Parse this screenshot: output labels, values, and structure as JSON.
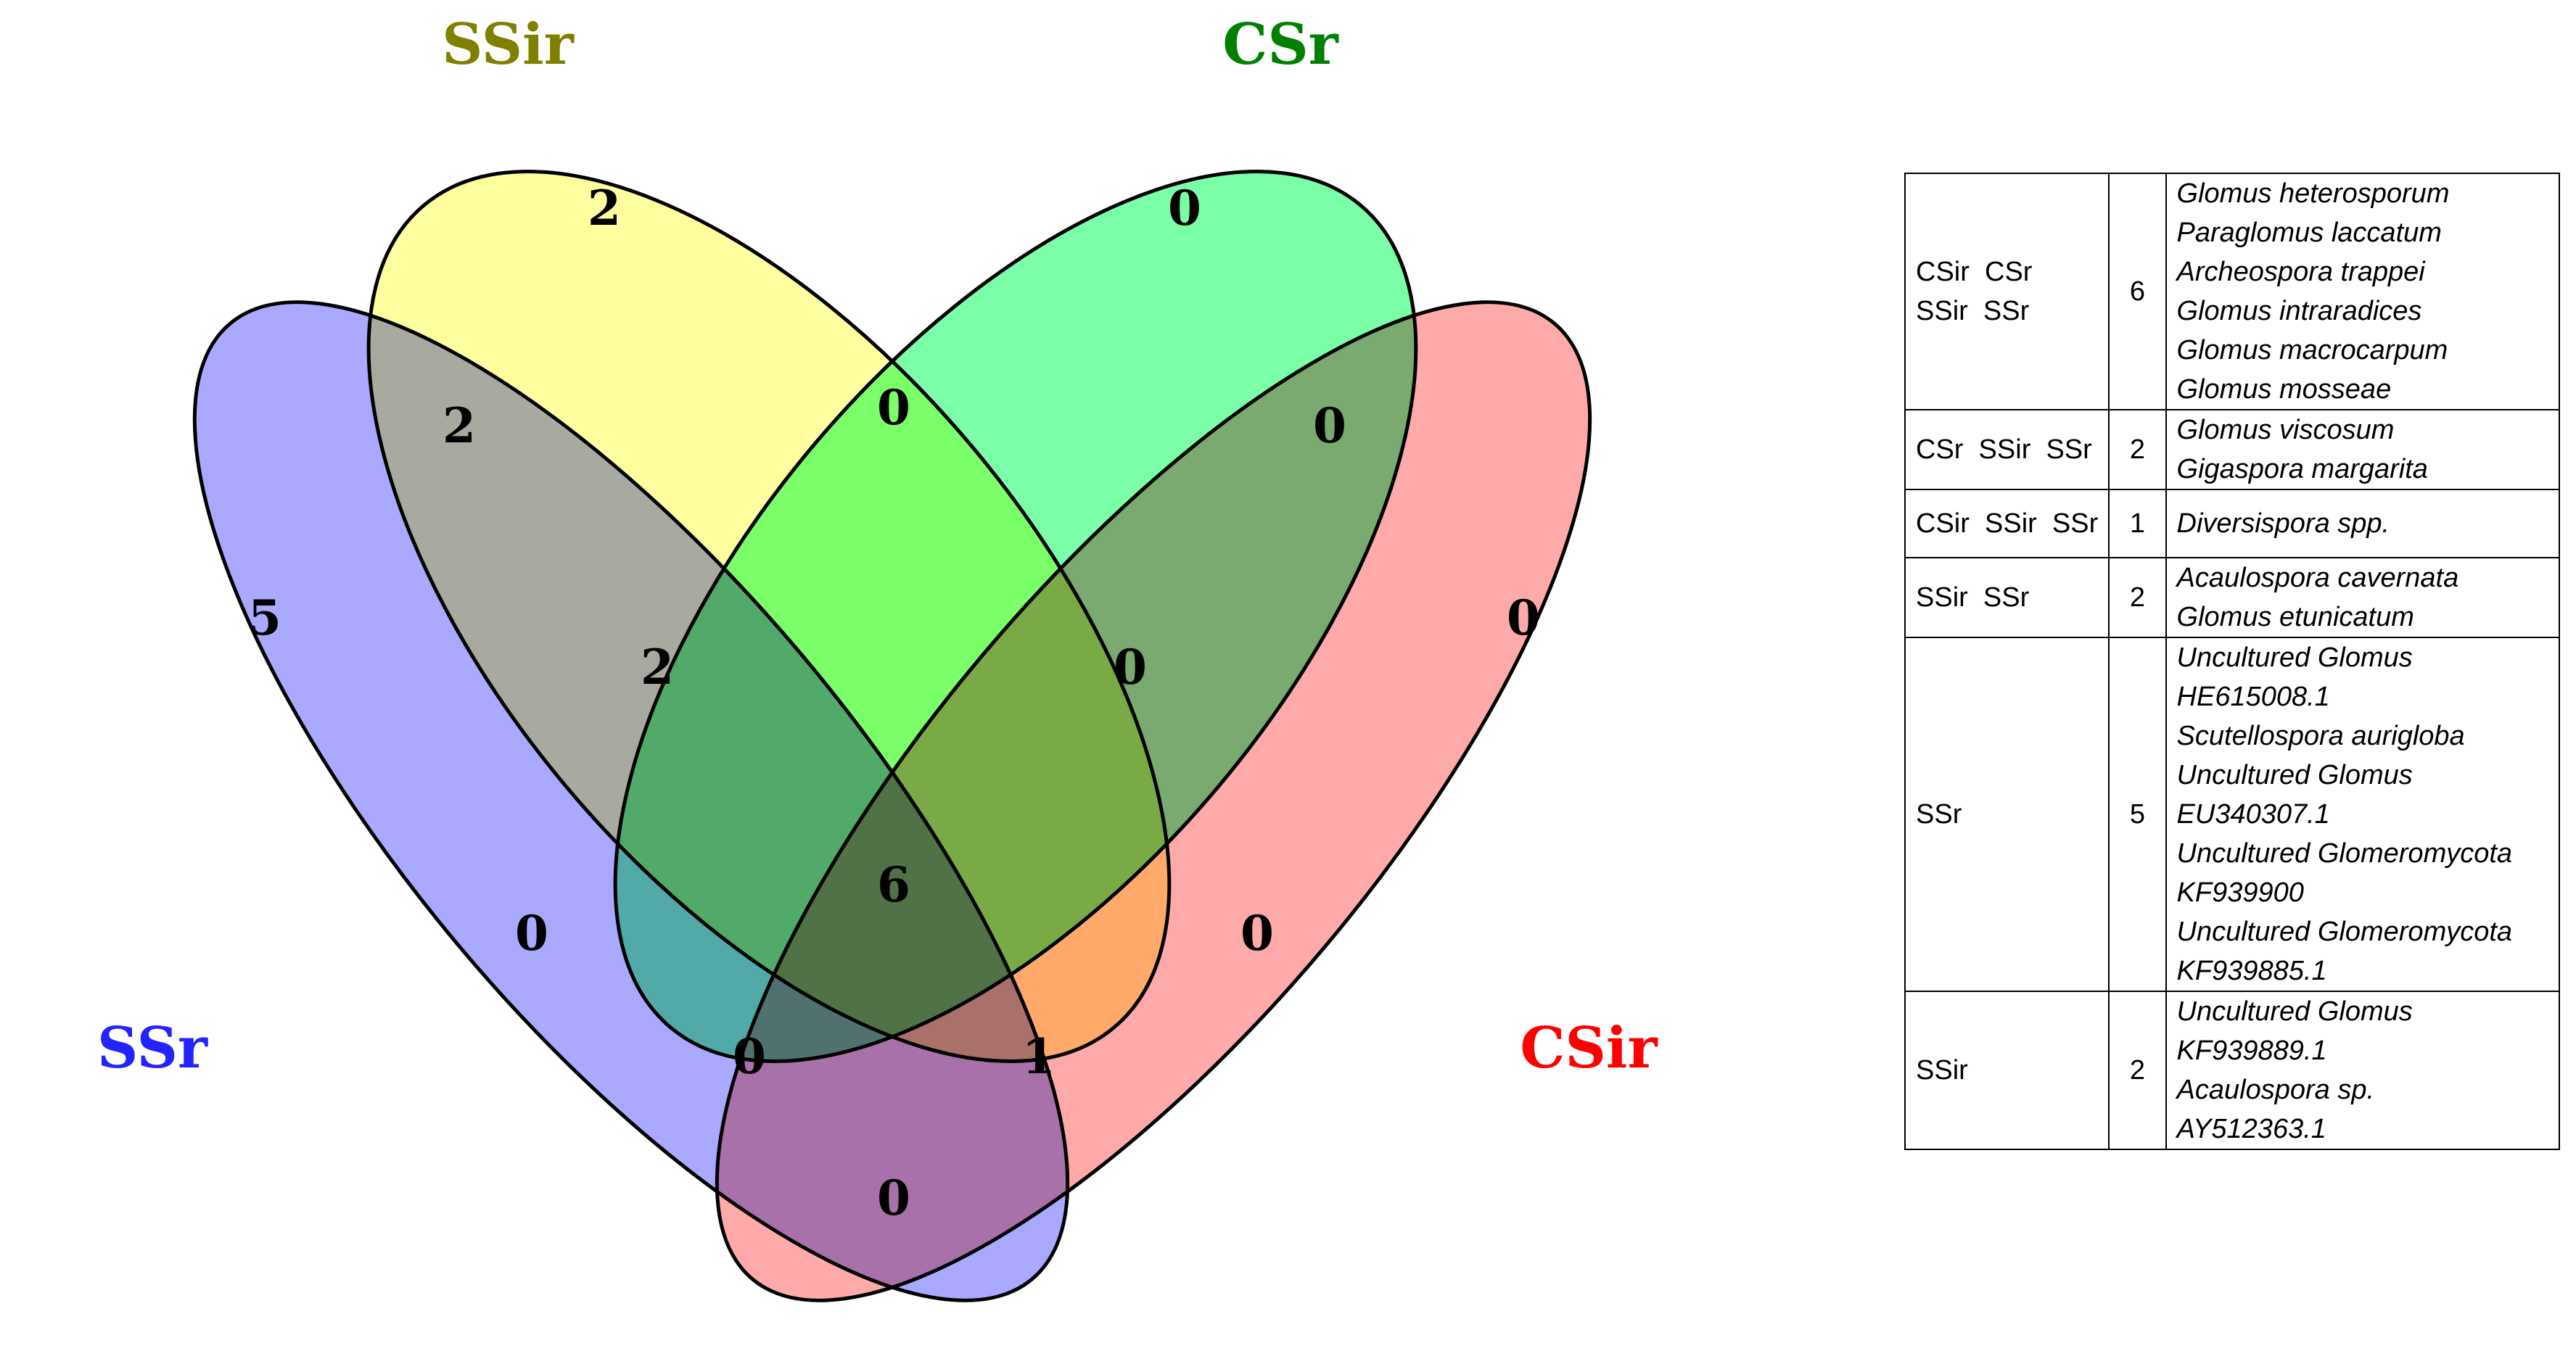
{
  "sets": [
    {
      "key": "SSr",
      "label": "SSr",
      "color": "#2323ff",
      "fill": "#a9aaff"
    },
    {
      "key": "SSir",
      "label": "SSir",
      "color": "#808000",
      "fill": "#ffff9f"
    },
    {
      "key": "CSr",
      "label": "CSr",
      "color": "#008000",
      "fill": "#7affa8"
    },
    {
      "key": "CSir",
      "label": "CSir",
      "color": "#ff0000",
      "fill": "#ffaaaa"
    }
  ],
  "regions": {
    "ssir_only": "2",
    "csr_only": "0",
    "ssr_only": "5",
    "csir_only": "0",
    "ssr_ssir": "2",
    "ssir_csr": "0",
    "csr_csir": "0",
    "ssr_ssir_csr": "2",
    "ssir_csr_csir": "0",
    "all_four": "6",
    "ssr_csr": "0",
    "ssir_csir": "0",
    "ssr_csr_csir": "0",
    "ssr_ssir_csir": "1",
    "ssr_csir": "0"
  },
  "table": {
    "rows": [
      {
        "sets": "CSir  CSr\nSSir  SSr",
        "count": "6",
        "species": [
          "Glomus heterosporum",
          "Paraglomus laccatum",
          "Archeospora trappei",
          "Glomus intraradices",
          "Glomus macrocarpum",
          "Glomus mosseae"
        ]
      },
      {
        "sets": "CSr  SSir  SSr",
        "count": "2",
        "species": [
          "Glomus viscosum",
          "Gigaspora margarita"
        ]
      },
      {
        "sets": "CSir  SSir  SSr",
        "count": "1",
        "species": [
          "Diversispora spp."
        ]
      },
      {
        "sets": "SSir  SSr",
        "count": "2",
        "species": [
          "Acaulospora cavernata",
          "Glomus etunicatum"
        ]
      },
      {
        "sets": "SSr",
        "count": "5",
        "species": [
          "Uncultured Glomus",
          "HE615008.1",
          "Scutellospora aurigloba",
          "Uncultured Glomus",
          "EU340307.1",
          "Uncultured Glomeromycota",
          "KF939900",
          "Uncultured Glomeromycota",
          "KF939885.1"
        ]
      },
      {
        "sets": "SSir",
        "count": "2",
        "species": [
          "Uncultured Glomus",
          "KF939889.1",
          "Acaulospora sp.",
          "AY512363.1"
        ]
      }
    ]
  }
}
